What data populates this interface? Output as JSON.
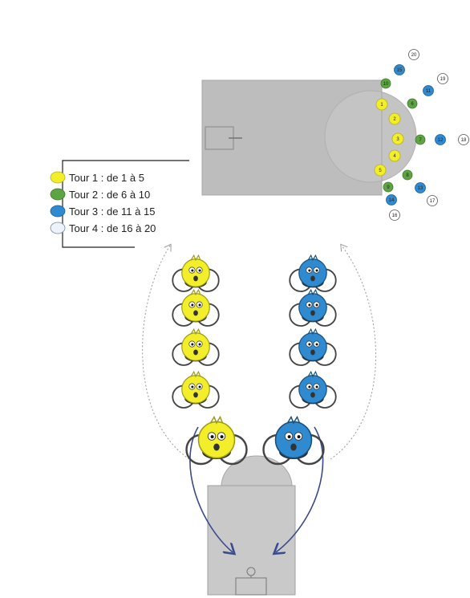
{
  "legend": {
    "items": [
      {
        "label": "Tour 1 : de 1 à 5",
        "color": "#f2ef2a"
      },
      {
        "label": "Tour 2 : de 6 à 10",
        "color": "#5ea344"
      },
      {
        "label": "Tour 3 : de 11 à 15",
        "color": "#2f8ad0"
      },
      {
        "label": "Tour 4 : de 16 à 20",
        "color": "#eef3fa"
      }
    ]
  },
  "positions": {
    "tour1": [
      "1",
      "2",
      "3",
      "4",
      "5"
    ],
    "tour2": [
      "6",
      "7",
      "8",
      "9",
      "10"
    ],
    "tour3": [
      "11",
      "12",
      "13",
      "14",
      "15"
    ],
    "tour4": [
      "16",
      "17",
      "18",
      "19",
      "20"
    ]
  },
  "players": {
    "yellow_team_color": "#f2ef2a",
    "blue_team_color": "#2f8ad0",
    "count_per_column": 5
  }
}
